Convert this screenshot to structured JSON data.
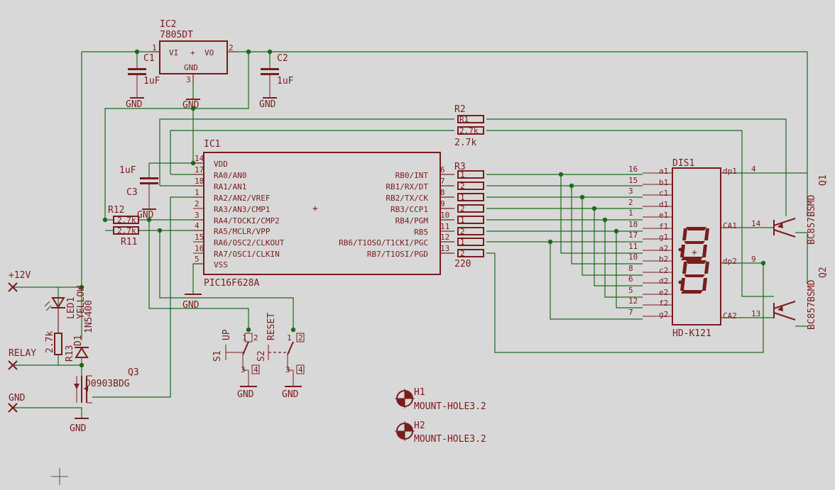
{
  "regulator": {
    "name": "IC2",
    "value": "7805DT",
    "vi": "VI",
    "vo": "VO",
    "plus": "+",
    "gnd": "GND",
    "pin1": "1",
    "pin2": "2",
    "pin3": "3"
  },
  "caps": {
    "c1": "C1",
    "c1_value": "1uF",
    "c2": "C2",
    "c2_value": "1uF",
    "c3": "C3",
    "c3_value": "1uF"
  },
  "gnd_label": "GND",
  "mcu": {
    "name": "IC1",
    "value": "PIC16F628A",
    "left_pins": [
      {
        "num": "14",
        "label": "VDD"
      },
      {
        "num": "17",
        "label": "RA0/AN0"
      },
      {
        "num": "18",
        "label": "RA1/AN1"
      },
      {
        "num": "1",
        "label": "RA2/AN2/VREF"
      },
      {
        "num": "2",
        "label": "RA3/AN3/CMP1"
      },
      {
        "num": "3",
        "label": "RA4/TOCKI/CMP2"
      },
      {
        "num": "4",
        "label": "RA5/MCLR/VPP"
      },
      {
        "num": "15",
        "label": "RA6/OSC2/CLKOUT"
      },
      {
        "num": "16",
        "label": "RA7/OSC1/CLKIN"
      },
      {
        "num": "5",
        "label": "VSS"
      }
    ],
    "right_pins": [
      {
        "num": "6",
        "label": "RB0/INT"
      },
      {
        "num": "7",
        "label": "RB1/RX/DT"
      },
      {
        "num": "8",
        "label": "RB2/TX/CK"
      },
      {
        "num": "9",
        "label": "RB3/CCP1"
      },
      {
        "num": "10",
        "label": "RB4/PGM"
      },
      {
        "num": "11",
        "label": "RB5"
      },
      {
        "num": "12",
        "label": "RB6/T1OSO/T1CKI/PGC"
      },
      {
        "num": "13",
        "label": "RB7/T1OSI/PGD"
      }
    ],
    "plus": "+"
  },
  "resistors": {
    "r1": "R1",
    "r2": "R2",
    "r1r2_value": "2.7k",
    "r3": "R3",
    "r3_value": "220",
    "r3_pins": [
      "1",
      "2",
      "1",
      "2",
      "1",
      "2",
      "1",
      "2"
    ],
    "r11": "R11",
    "r12": "R12",
    "r11r12_value": "2.7k",
    "r13": "R13",
    "r13_value": "2.7k"
  },
  "display": {
    "name": "DIS1",
    "value": "HD-K121",
    "segment_pins": [
      {
        "num": "16",
        "seg": "a1"
      },
      {
        "num": "15",
        "seg": "b1"
      },
      {
        "num": "3",
        "seg": "c1"
      },
      {
        "num": "2",
        "seg": "d1"
      },
      {
        "num": "1",
        "seg": "e1"
      },
      {
        "num": "18",
        "seg": "f1"
      },
      {
        "num": "17",
        "seg": "g1"
      },
      {
        "num": "11",
        "seg": "a2"
      },
      {
        "num": "10",
        "seg": "b2"
      },
      {
        "num": "8",
        "seg": "c2"
      },
      {
        "num": "6",
        "seg": "d2"
      },
      {
        "num": "5",
        "seg": "e2"
      },
      {
        "num": "12",
        "seg": "f2"
      },
      {
        "num": "7",
        "seg": "g2"
      }
    ],
    "right_pins": [
      {
        "num": "4",
        "label": "dp1"
      },
      {
        "num": "14",
        "label": "CA1"
      },
      {
        "num": "9",
        "label": "dp2"
      },
      {
        "num": "13",
        "label": "CA2"
      }
    ],
    "digits": "8.8."
  },
  "transistors": {
    "q1": "Q1",
    "q2": "Q2",
    "type": "BC857BSMD",
    "q3": "Q3",
    "q3_type": "D0903BDG"
  },
  "switches": {
    "s1": "S1",
    "s1_label": "UP",
    "s2": "S2",
    "s2_label": "RESET",
    "pin1": "1",
    "pin2": "2",
    "pin3": "3",
    "pin4": "4"
  },
  "power_section": {
    "v12": "+12V",
    "relay": "RELAY",
    "gnd": "GND",
    "led": "LED1",
    "led_color": "YELLOW",
    "diode": "D1",
    "diode_type": "1N5400"
  },
  "mount_holes": [
    {
      "name": "H1",
      "type": "MOUNT-HOLE3.2"
    },
    {
      "name": "H2",
      "type": "MOUNT-HOLE3.2"
    }
  ],
  "colors": {
    "background": "#d8d8d8",
    "parts": "#7a1c1c",
    "wires": "#1c6b1c"
  }
}
